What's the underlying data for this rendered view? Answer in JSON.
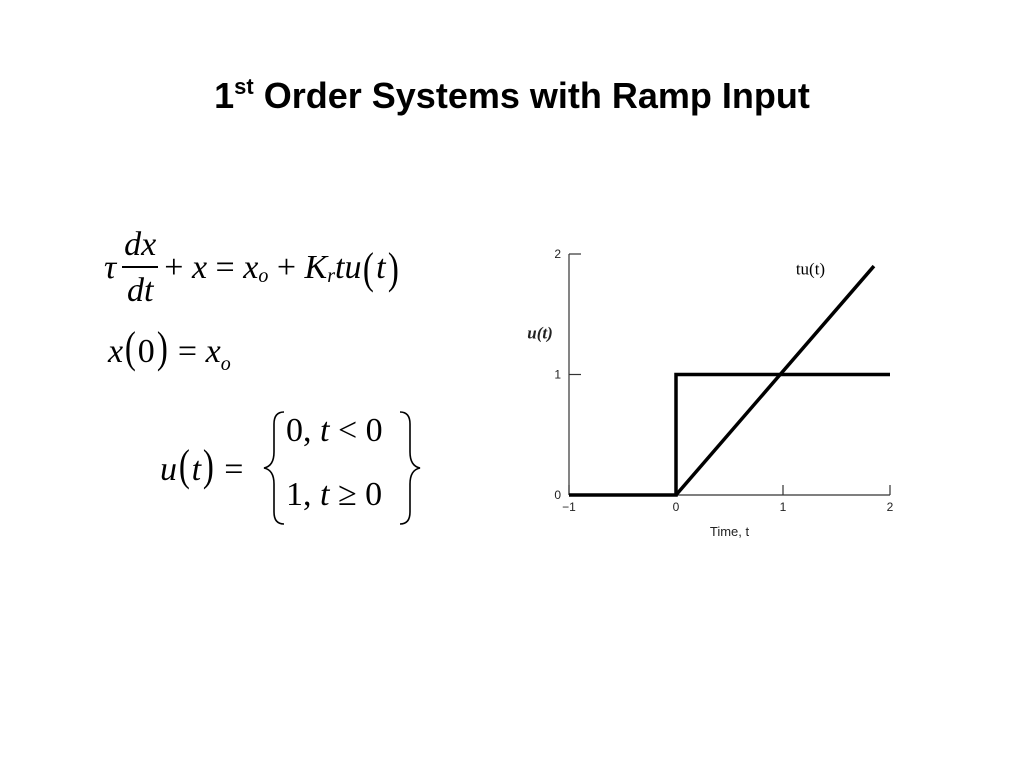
{
  "title": {
    "main": "1",
    "sup": "st",
    "rest": " Order Systems with Ramp Input"
  },
  "equations": {
    "ode": {
      "tau": "τ",
      "num": "dx",
      "den": "dt",
      "plus1": "+",
      "x": "x",
      "equals": "=",
      "x_var": "x",
      "x_sub": "o",
      "plus2": "+",
      "K": "K",
      "K_sub": "r",
      "rhs_func": "tu",
      "arg": "t"
    },
    "initial_condition": {
      "lhs": "x",
      "arg": "0",
      "equals": "=",
      "rhs": "x",
      "rhs_sub": "o"
    },
    "step_def": {
      "lhs": "u",
      "arg": "t",
      "equals": "=",
      "case1_val": "0,",
      "case1_var": "t",
      "case1_rel": "< 0",
      "case2_val": "1,",
      "case2_var": "t",
      "case2_rel": "≥ 0"
    }
  },
  "chart_data": {
    "type": "line",
    "xlabel": "Time, t",
    "ylabel": "u(t)",
    "xlim": [
      -1,
      2
    ],
    "ylim": [
      0,
      2
    ],
    "x_ticks": [
      "−1",
      "0",
      "1",
      "2"
    ],
    "y_ticks": [
      "0",
      "1",
      "2"
    ],
    "grid": false,
    "series": [
      {
        "name": "u(t)",
        "x": [
          -1,
          0,
          0,
          2
        ],
        "y": [
          0,
          0,
          1,
          1
        ]
      },
      {
        "name": "tu(t)",
        "x": [
          0,
          1.85
        ],
        "y": [
          0,
          1.9
        ]
      }
    ],
    "annotations": [
      {
        "text": "tu(t)",
        "at_series": "tu(t)"
      }
    ]
  }
}
